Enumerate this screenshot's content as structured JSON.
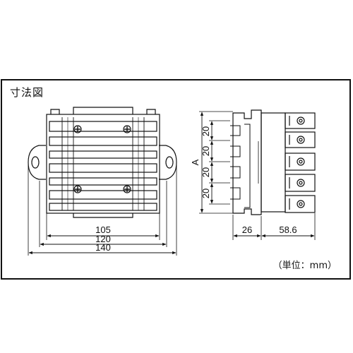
{
  "title": "寸法図",
  "unit_note": "（単位：mm）",
  "front_view": {
    "widths": [
      "105",
      "120",
      "140"
    ]
  },
  "side_view": {
    "pitches": [
      "20",
      "20",
      "20",
      "20"
    ],
    "height_label": "A",
    "widths": [
      "26",
      "58.6"
    ]
  }
}
